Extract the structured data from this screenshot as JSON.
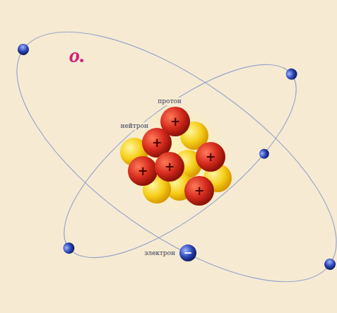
{
  "diagram": {
    "labels": [
      "о.",
      "протон",
      "нейтрон",
      "электрон",
      "+",
      "+",
      "+",
      "+",
      "+",
      "+",
      "−"
    ]
  }
}
